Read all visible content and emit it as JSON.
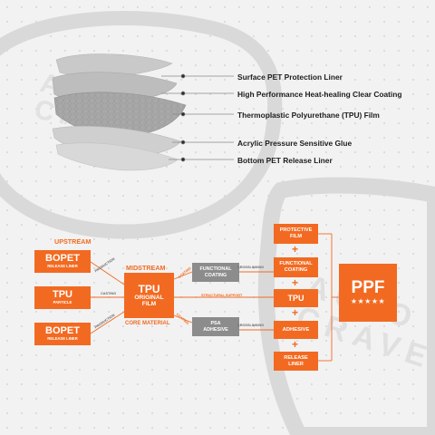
{
  "watermark": {
    "line1": "AUTO",
    "line2": "CRAVE"
  },
  "layers": [
    {
      "label": "Surface PET Protection Liner"
    },
    {
      "label": "High Performance Heat-healing Clear Coating"
    },
    {
      "label": "Thermoplastic Polyurethane (TPU) Film"
    },
    {
      "label": "Acrylic Pressure Sensitive Glue"
    },
    {
      "label": "Bottom PET Release Liner"
    }
  ],
  "upstream": {
    "heading": "UPSTREAM",
    "bopet_top": {
      "title": "BOPET",
      "sub": "RELEASE LINER"
    },
    "tpu": {
      "title": "TPU",
      "sub": "PARTICLE"
    },
    "bopet_bottom": {
      "title": "BOPET",
      "sub": "RELEASE LINER"
    }
  },
  "midstream": {
    "heading": "MIDSTREAM",
    "core": {
      "line1": "TPU",
      "line2": "ORIGINAL",
      "line3": "FILM"
    },
    "footer": "CORE MATERIAL"
  },
  "edge_labels": {
    "production_top": "PRODUCTION",
    "casting": "CASTING",
    "production_bottom": "PRODUCTION",
    "coating_top": "COATING",
    "coating_bottom": "COATING",
    "crosslinking_top": "CROSSLINKING",
    "crosslinking_bottom": "CROSSLINKING",
    "structural_support": "STRUCTURAL SUPPORT"
  },
  "process": {
    "functional_coating": {
      "line1": "FUNCTIONAL",
      "line2": "COATING"
    },
    "psa_adhesive": {
      "line1": "PSA",
      "line2": "ADHESIVE"
    }
  },
  "stack": {
    "protective_film": {
      "line1": "PROTECTIVE",
      "line2": "FILM"
    },
    "functional_coating": {
      "line1": "FUNCTIONAL",
      "line2": "COATING"
    },
    "tpu": "TPU",
    "adhesive": "ADHESIVE",
    "release_liner": {
      "line1": "RELEASE",
      "line2": "LINER"
    },
    "plus": "+"
  },
  "product": {
    "title": "PPF",
    "stars": "★★★★★"
  },
  "colors": {
    "orange": "#f26a21",
    "gray": "#8c8c8c",
    "text": "#1d1d1d"
  }
}
